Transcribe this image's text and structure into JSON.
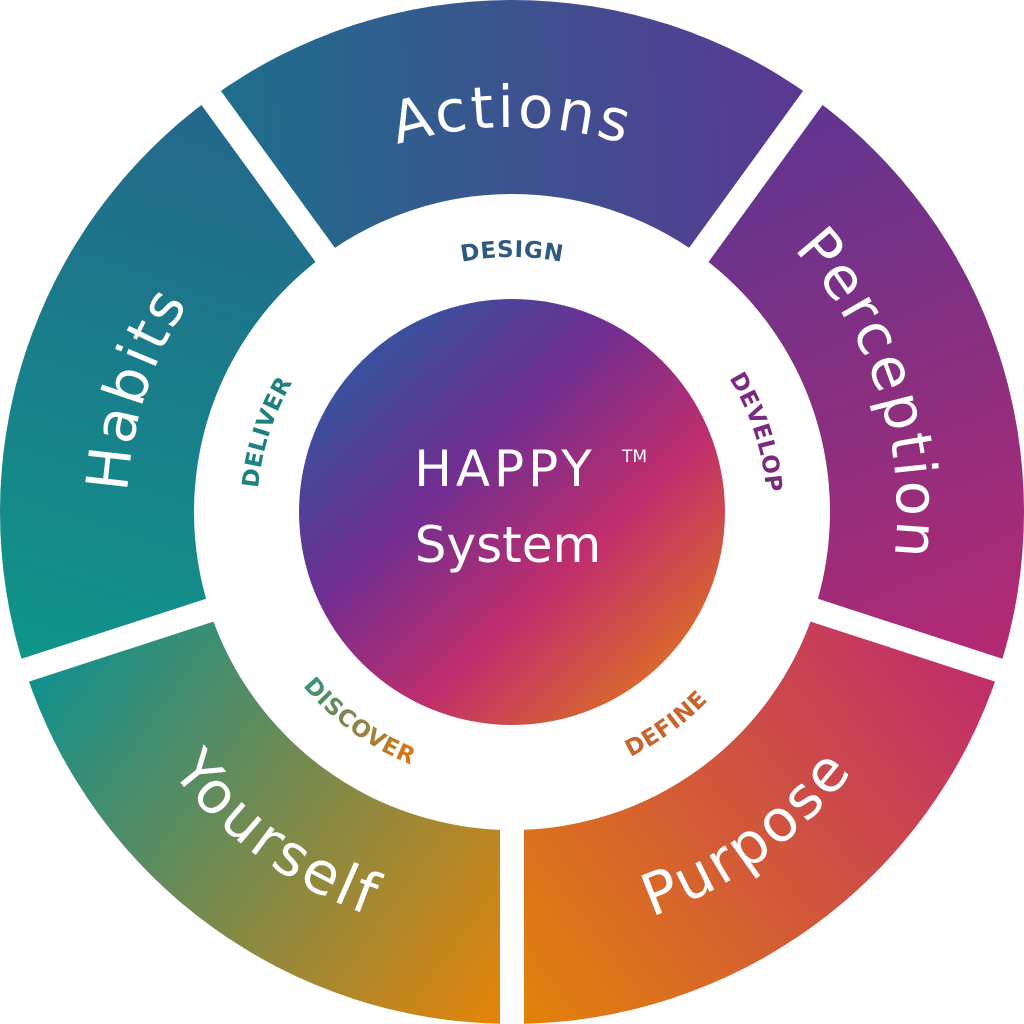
{
  "center": {
    "title": "HAPPY",
    "trademark": "TM",
    "subtitle": "System"
  },
  "segments": [
    {
      "label": "Actions",
      "inner_label": "DESIGN",
      "inner_color": "#2f5a80"
    },
    {
      "label": "Perception",
      "inner_label": "DEVELOP",
      "inner_color": "#7a2a7e"
    },
    {
      "label": "Purpose",
      "inner_label": "DEFINE",
      "inner_color": "#c8652c"
    },
    {
      "label": "Yourself",
      "inner_label": "DISCOVER",
      "inner_color": "#5a8a50"
    },
    {
      "label": "Habits",
      "inner_label": "DELIVER",
      "inner_color": "#1f8080"
    }
  ]
}
